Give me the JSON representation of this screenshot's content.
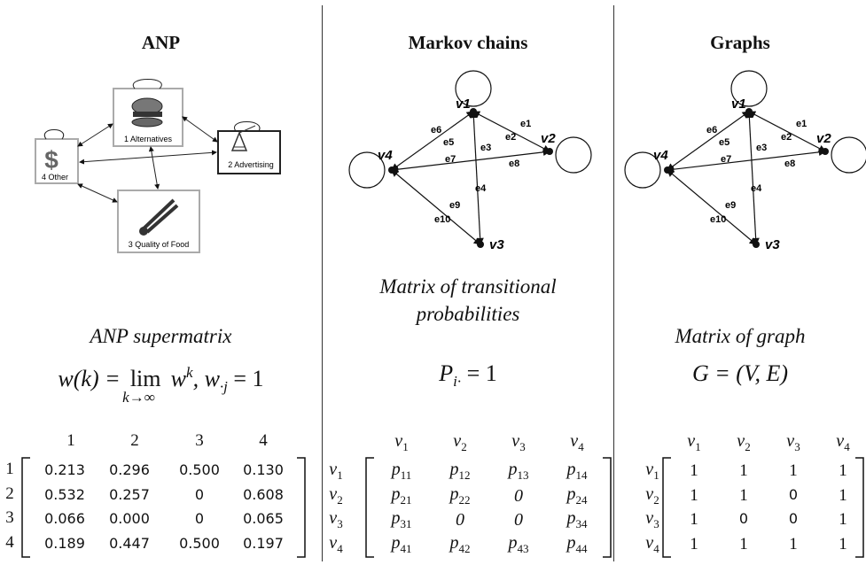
{
  "columns": [
    {
      "title": "ANP",
      "caption_lines": [
        "ANP supermatrix"
      ],
      "formula": {
        "lhs": "w(k) = ",
        "lim": "lim",
        "lim_sub": "k→∞",
        "rhs_base": "w",
        "rhs_sup": "k",
        "rhs_tail": ", w",
        "tail_sub": "·j",
        "tail_end": " = 1"
      },
      "matrix": {
        "col_labels": [
          "1",
          "2",
          "3",
          "4"
        ],
        "row_labels": [
          "1",
          "2",
          "3",
          "4"
        ],
        "rows": [
          [
            "0.213",
            "0.296",
            "0.500",
            "0.130"
          ],
          [
            "0.532",
            "0.257",
            "0",
            "0.608"
          ],
          [
            "0.066",
            "0.000",
            "0",
            "0.065"
          ],
          [
            "0.189",
            "0.447",
            "0.500",
            "0.197"
          ]
        ]
      },
      "nodes": [
        {
          "label": "1 Alternatives",
          "icon": "burger-icon"
        },
        {
          "label": "2 Advertising",
          "icon": "tower-icon"
        },
        {
          "label": "3 Quality of Food",
          "icon": "tongs-icon"
        },
        {
          "label": "4 Other",
          "icon": "dollar-icon"
        }
      ]
    },
    {
      "title": "Markov chains",
      "caption_lines": [
        "Matrix of transitional",
        "probabilities"
      ],
      "formula": {
        "base": "P",
        "sub": "i·",
        "tail": " = 1"
      },
      "matrix": {
        "col_labels": [
          [
            "v",
            "1"
          ],
          [
            "v",
            "2"
          ],
          [
            "v",
            "3"
          ],
          [
            "v",
            "4"
          ]
        ],
        "row_labels": [
          [
            "v",
            "1"
          ],
          [
            "v",
            "2"
          ],
          [
            "v",
            "3"
          ],
          [
            "v",
            "4"
          ]
        ],
        "rows": [
          [
            [
              "p",
              "11"
            ],
            [
              "p",
              "12"
            ],
            [
              "p",
              "13"
            ],
            [
              "p",
              "14"
            ]
          ],
          [
            [
              "p",
              "21"
            ],
            [
              "p",
              "22"
            ],
            [
              "0",
              ""
            ],
            [
              "p",
              "24"
            ]
          ],
          [
            [
              "p",
              "31"
            ],
            [
              "0",
              ""
            ],
            [
              "0",
              ""
            ],
            [
              "p",
              "34"
            ]
          ],
          [
            [
              "p",
              "41"
            ],
            [
              "p",
              "42"
            ],
            [
              "p",
              "43"
            ],
            [
              "p",
              "44"
            ]
          ]
        ]
      }
    },
    {
      "title": "Graphs",
      "caption_lines": [
        "Matrix of graph"
      ],
      "formula": {
        "text": "G = (V, E)"
      },
      "matrix": {
        "col_labels": [
          [
            "v",
            "1"
          ],
          [
            "v",
            "2"
          ],
          [
            "v",
            "3"
          ],
          [
            "v",
            "4"
          ]
        ],
        "row_labels": [
          [
            "v",
            "1"
          ],
          [
            "v",
            "2"
          ],
          [
            "v",
            "3"
          ],
          [
            "v",
            "4"
          ]
        ],
        "rows": [
          [
            "1",
            "1",
            "1",
            "1"
          ],
          [
            "1",
            "1",
            "0",
            "1"
          ],
          [
            "1",
            "0",
            "0",
            "1"
          ],
          [
            "1",
            "1",
            "1",
            "1"
          ]
        ]
      }
    }
  ],
  "graph": {
    "vertex_labels": [
      "v1",
      "v2",
      "v3",
      "v4"
    ],
    "edge_labels": [
      "e1",
      "e2",
      "e3",
      "e4",
      "e5",
      "e6",
      "e7",
      "e8",
      "e9",
      "e10"
    ]
  }
}
